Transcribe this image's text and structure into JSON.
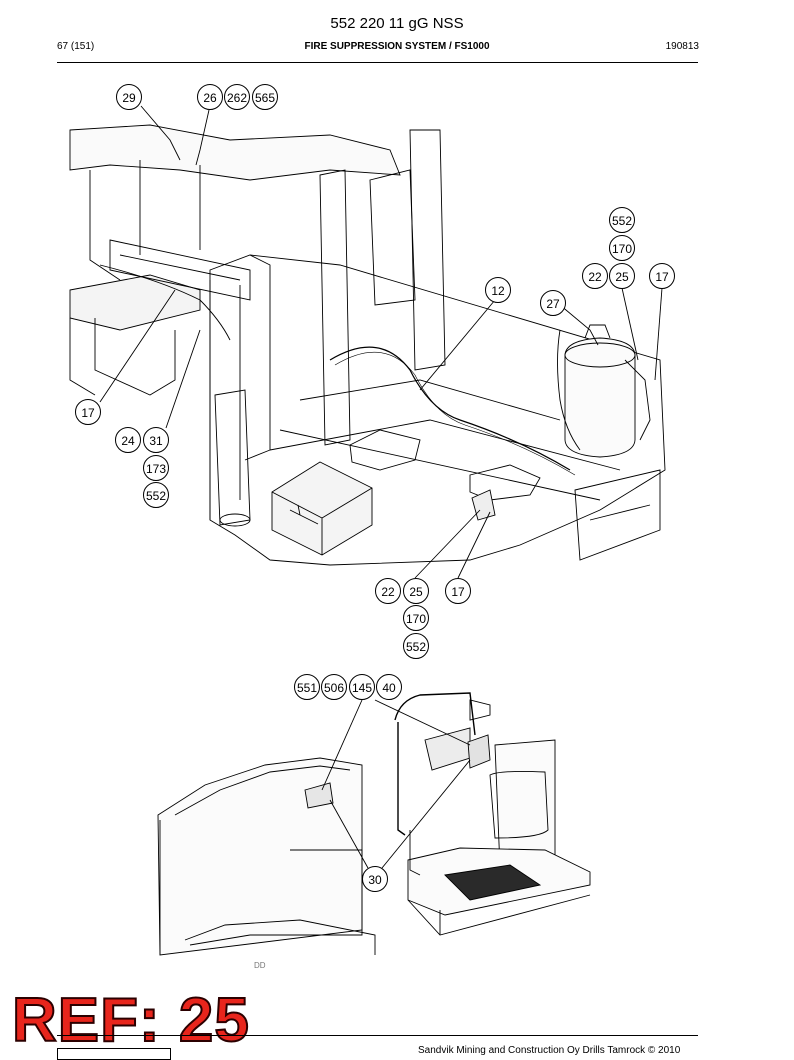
{
  "header": {
    "doc_title": "552 220 11 gG NSS",
    "page": "67 (151)",
    "section": "FIRE SUPPRESSION SYSTEM / FS1000",
    "doc_code": "190813"
  },
  "callouts": {
    "c29": "29",
    "c26": "26",
    "c262": "262",
    "c565": "565",
    "c552a": "552",
    "c170a": "170",
    "c22a": "22",
    "c25a": "25",
    "c17a": "17",
    "c12": "12",
    "c27": "27",
    "c17b": "17",
    "c24": "24",
    "c31": "31",
    "c173": "173",
    "c552b": "552",
    "c22b": "22",
    "c25b": "25",
    "c17c": "17",
    "c170b": "170",
    "c552c": "552",
    "c551": "551",
    "c506": "506",
    "c145": "145",
    "c40": "40",
    "c30": "30"
  },
  "footer": {
    "drawing_code": "DD",
    "ref_stamp": "REF: 25",
    "copyright": "Sandvik Mining and Construction Oy Drills Tamrock © 2010"
  }
}
